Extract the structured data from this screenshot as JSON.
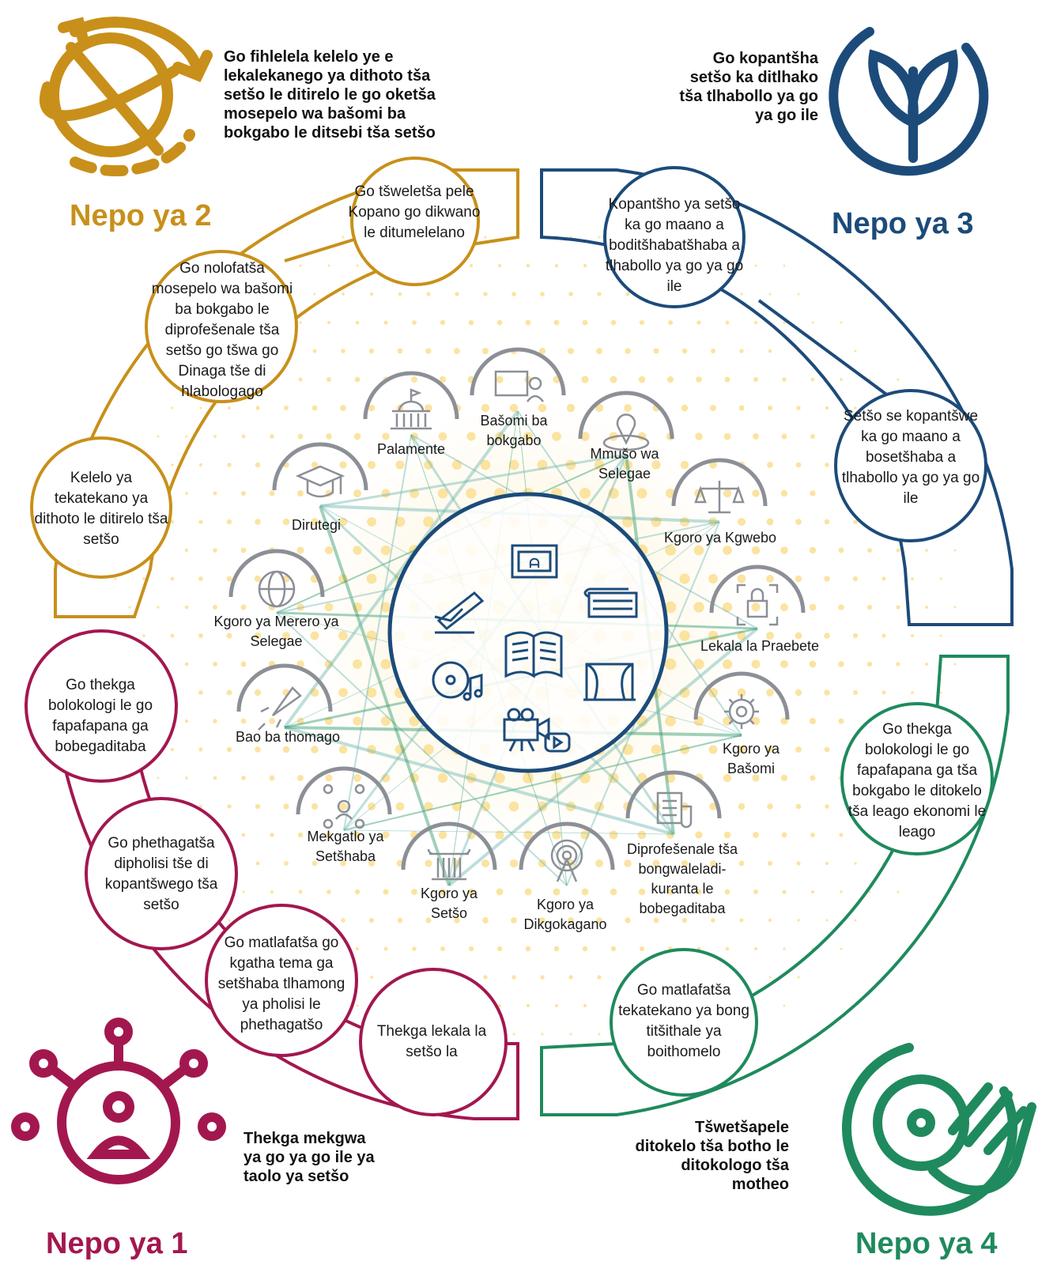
{
  "colors": {
    "gold": "#c8901a",
    "navy": "#1c4b7a",
    "maroon": "#a3174f",
    "green": "#1f8a5d",
    "gray": "#8c8f96",
    "dots": "#fbe3a0"
  },
  "pillars": {
    "p2": {
      "title": "Nepo ya 2",
      "description": "Go fihlelela kelelo ye e lekalekanego ya dithoto tša setšo le ditirelo le go oketša mosepelo wa bašomi ba bokgabo le ditsebi tša setšo",
      "icon": "orbit-globe-icon",
      "items": [
        "Go tšweletša pele Kopano go dikwano le ditumelelano",
        "Go nolofatša mosepelo wa bašomi ba bokgabo le diprofešenale tša setšo go tšwa go Dinaga tše di hlabologago",
        "Kelelo ya tekatekano ya dithoto le ditirelo tša setšo"
      ]
    },
    "p3": {
      "title": "Nepo ya 3",
      "description": "Go kopantšha setšo ka ditlhako tša tlhabollo ya go ya go ile",
      "icon": "leaf-circle-icon",
      "items": [
        "Kopantšho ya setšo ka go maano a boditšhabatšhaba a tlhabollo ya go ya go ile",
        "Setšo se kopantšwe ka go maano a bosetšhaba a tlhabollo ya go ya go ile"
      ]
    },
    "p1": {
      "title": "Nepo ya 1",
      "description": "Thekga mekgwa ya go ya go ile ya taolo ya setšo",
      "icon": "people-network-icon",
      "items": [
        "Go thekga bolokologi le go fapafapana ga bobegaditaba",
        "Go phethagatša dipholisi tše di kopantšwego tša setšo",
        "Go matlafatša go kgatha tema ga setšhaba tlhamong ya pholisi le phethagatšo",
        "Thekga lekala la setšo la"
      ]
    },
    "p4": {
      "title": "Nepo ya 4",
      "description": "Tšwetšapele ditokelo tša botho le ditokologo tša motheo",
      "icon": "record-hand-icon",
      "items": [
        "Go thekga bolokologi le go fapafapana ga tša bokgabo le ditokelo tša leago ekonomi le leago",
        "Go matlafatša tekatekano ya bong titšithale ya boithomelo"
      ]
    }
  },
  "stakeholders": [
    {
      "label": "Bašomi ba bokgabo",
      "icon": "artist-frame-icon"
    },
    {
      "label": "Mmušo wa Selegae",
      "icon": "map-pin-icon"
    },
    {
      "label": "Kgoro ya Kgwebo",
      "icon": "scales-icon"
    },
    {
      "label": "Lekala la Praebete",
      "icon": "lock-scan-icon"
    },
    {
      "label": "Kgoro ya Bašomi",
      "icon": "gear-icon"
    },
    {
      "label": "Diprofešenale tša bongwaleladi-kuranta le bobegaditaba",
      "icon": "newspaper-icon"
    },
    {
      "label": "Kgoro ya Dikgokagano",
      "icon": "antenna-icon"
    },
    {
      "label": "Kgoro ya Setšo",
      "icon": "column-icon"
    },
    {
      "label": "Mekgatlo ya Setšhaba",
      "icon": "community-icon"
    },
    {
      "label": "Bao ba thomago",
      "icon": "rocket-icon"
    },
    {
      "label": "Kgoro ya Merero ya Selegae",
      "icon": "globe-network-icon"
    },
    {
      "label": "Dirutegi",
      "icon": "graduation-cap-icon"
    },
    {
      "label": "Palamente",
      "icon": "parliament-icon"
    }
  ],
  "center_icons": [
    "artwork-icon",
    "keyboard-icon",
    "writing-hand-icon",
    "book-icon",
    "theater-icon",
    "music-disc-icon",
    "film-camera-icon"
  ]
}
